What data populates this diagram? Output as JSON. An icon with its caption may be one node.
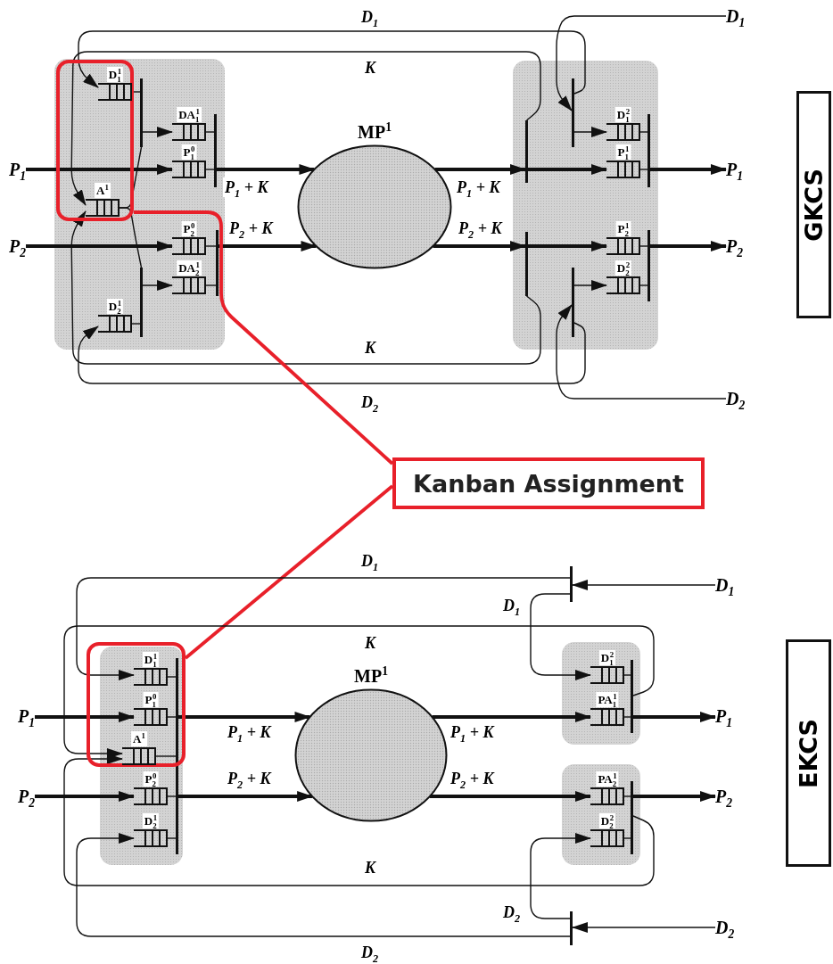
{
  "diagram": {
    "nodes": [
      {
        "text": [],
        "shape": "box"
      },
      {
        "text": [],
        "shape": "box",
        "in": 0
      },
      {
        "text": [
          "D$_{1}$$^{1}$"
        ],
        "in": 1
      },
      {
        "text": [
          "DA$_{1}$$^{1}$"
        ],
        "in": 0
      },
      {
        "text": [
          "P$_{1}$$^{0}$"
        ],
        "in": 0
      },
      {
        "text": [
          "A$^{1}$"
        ],
        "in": 1
      },
      {
        "text": [
          "P$_{2}$$^{0}$"
        ],
        "in": 0
      },
      {
        "text": [
          "DA$_{2}$$^{1}$"
        ],
        "in": 0
      },
      {
        "text": [
          "D$_{2}$$^{1}$"
        ],
        "in": 0
      },
      {
        "text": [],
        "shape": "bar",
        "in": 0
      },
      {
        "text": [],
        "shape": "bar",
        "in": 0
      },
      {
        "text": [],
        "shape": "bar",
        "in": 0
      },
      {
        "text": [],
        "shape": "bar",
        "in": 0
      },
      {
        "text": [
          "P$_{1}$"
        ]
      },
      {
        "text": [
          "P$_{2}$"
        ]
      },
      {
        "text": [
          "MP$^{1}$"
        ]
      },
      {
        "text": [],
        "shape": "box"
      },
      {
        "text": [],
        "shape": "bar",
        "in": 16
      },
      {
        "text": [],
        "shape": "bar",
        "in": 16
      },
      {
        "text": [],
        "shape": "bar",
        "in": 16
      },
      {
        "text": [],
        "shape": "bar",
        "in": 16
      },
      {
        "text": [
          "D$_{1}$$^{2}$"
        ],
        "in": 16
      },
      {
        "text": [
          "P$_{1}$$^{1}$"
        ],
        "in": 16
      },
      {
        "text": [
          "P$_{2}$$^{1}$"
        ],
        "in": 16
      },
      {
        "text": [
          "D$_{2}$$^{2}$"
        ],
        "in": 16
      },
      {
        "text": [],
        "shape": "bar",
        "in": 16
      },
      {
        "text": [],
        "shape": "bar",
        "in": 16
      },
      {
        "text": [
          "D$_{1}$"
        ]
      },
      {
        "text": [
          "P$_{1}$"
        ]
      },
      {
        "text": [
          "P$_{2}$"
        ]
      },
      {
        "text": [
          "D$_{2}$"
        ]
      },
      {
        "text": [
          "GKCS"
        ]
      },
      {
        "text": [
          "Kanban Assignment"
        ]
      },
      {
        "text": [],
        "shape": "box"
      },
      {
        "text": [],
        "shape": "box"
      },
      {
        "text": [
          "D$_{1}$$^{1}$"
        ],
        "in": 34
      },
      {
        "text": [
          "P$_{1}$$^{0}$"
        ],
        "in": 34
      },
      {
        "text": [
          "A$^{1}$"
        ],
        "in": 34
      },
      {
        "text": [
          "P$_{2}$$^{0}$"
        ],
        "in": 33
      },
      {
        "text": [
          "D$_{2}$$^{1}$"
        ],
        "in": 33
      },
      {
        "text": [],
        "shape": "bar",
        "in": 33
      },
      {
        "text": [
          "P$_{1}$"
        ]
      },
      {
        "text": [
          "P$_{2}$"
        ]
      },
      {
        "text": [
          "MP$^{1}$"
        ]
      },
      {
        "text": [],
        "shape": "bar"
      },
      {
        "text": [
          "D$_{1}$"
        ]
      },
      {
        "text": [],
        "shape": "box"
      },
      {
        "text": [
          "D$_{1}$$^{2}$"
        ],
        "in": 46
      },
      {
        "text": [
          "PA$_{1}$$^{1}$"
        ],
        "in": 46
      },
      {
        "text": [],
        "shape": "bar",
        "in": 46
      },
      {
        "text": [
          "P$_{1}$"
        ]
      },
      {
        "text": [],
        "shape": "box"
      },
      {
        "text": [
          "PA$_{2}$$^{1}$"
        ],
        "in": 51
      },
      {
        "text": [
          "D$_{2}$$^{2}$"
        ],
        "in": 51
      },
      {
        "text": [],
        "shape": "bar",
        "in": 51
      },
      {
        "text": [
          "P$_{2}$"
        ]
      },
      {
        "text": [],
        "shape": "bar"
      },
      {
        "text": [
          "D$_{2}$"
        ]
      },
      {
        "text": [
          "EKCS"
        ]
      }
    ],
    "edges": [
      {
        "from": 13,
        "to": 4,
        "arrow": "to",
        "style": "thick"
      },
      {
        "from": 14,
        "to": 6,
        "arrow": "to",
        "style": "thick"
      },
      {
        "from": 2,
        "to": 9,
        "arrow": "none"
      },
      {
        "from": 5,
        "to": 9,
        "arrow": "none"
      },
      {
        "from": 5,
        "to": 10,
        "arrow": "none"
      },
      {
        "from": 8,
        "to": 10,
        "arrow": "none"
      },
      {
        "from": 9,
        "to": 3,
        "arrow": "to"
      },
      {
        "from": 10,
        "to": 7,
        "arrow": "to"
      },
      {
        "from": 3,
        "to": 11,
        "arrow": "none"
      },
      {
        "from": 4,
        "to": 11,
        "arrow": "none"
      },
      {
        "from": 6,
        "to": 12,
        "arrow": "none"
      },
      {
        "from": 7,
        "to": 12,
        "arrow": "none"
      },
      {
        "from": 11,
        "to": 15,
        "arrow": "to",
        "label": "P$_{1}$ + K",
        "style": "thick"
      },
      {
        "from": 12,
        "to": 15,
        "arrow": "to",
        "label": "P$_{2}$ + K",
        "style": "thick"
      },
      {
        "from": 15,
        "to": 17,
        "arrow": "to",
        "label": "P$_{1}$ + K",
        "style": "thick"
      },
      {
        "from": 15,
        "to": 18,
        "arrow": "to",
        "label": "P$_{2}$ + K",
        "style": "thick"
      },
      {
        "from": 17,
        "to": 22,
        "arrow": "to",
        "style": "thick"
      },
      {
        "from": 18,
        "to": 23,
        "arrow": "to",
        "style": "thick"
      },
      {
        "from": 19,
        "to": 21,
        "arrow": "to"
      },
      {
        "from": 20,
        "to": 24,
        "arrow": "to"
      },
      {
        "from": 21,
        "to": 25,
        "arrow": "none"
      },
      {
        "from": 22,
        "to": 25,
        "arrow": "none"
      },
      {
        "from": 23,
        "to": 26,
        "arrow": "none"
      },
      {
        "from": 24,
        "to": 26,
        "arrow": "none"
      },
      {
        "from": 25,
        "to": 28,
        "arrow": "to",
        "style": "thick"
      },
      {
        "from": 26,
        "to": 29,
        "arrow": "to",
        "style": "thick"
      },
      {
        "from": 27,
        "to": 19,
        "arrow": "to"
      },
      {
        "from": 30,
        "to": 20,
        "arrow": "to"
      },
      {
        "from": 19,
        "to": 2,
        "arrow": "to",
        "label": "D$_{1}$"
      },
      {
        "from": 17,
        "to": 5,
        "arrow": "to",
        "label": "K"
      },
      {
        "from": 18,
        "to": 5,
        "arrow": "to",
        "label": "K"
      },
      {
        "from": 20,
        "to": 8,
        "arrow": "to",
        "label": "D$_{2}$"
      },
      {
        "from": 32,
        "to": 1,
        "arrow": "none",
        "color": "#e8202a",
        "style": "thick"
      },
      {
        "from": 32,
        "to": 34,
        "arrow": "none",
        "color": "#e8202a",
        "style": "thick"
      },
      {
        "from": 41,
        "to": 36,
        "arrow": "to",
        "style": "thick"
      },
      {
        "from": 42,
        "to": 38,
        "arrow": "to",
        "style": "thick"
      },
      {
        "from": 35,
        "to": 40,
        "arrow": "none"
      },
      {
        "from": 36,
        "to": 40,
        "arrow": "none"
      },
      {
        "from": 37,
        "to": 40,
        "arrow": "none"
      },
      {
        "from": 38,
        "to": 40,
        "arrow": "none"
      },
      {
        "from": 39,
        "to": 40,
        "arrow": "none"
      },
      {
        "from": 40,
        "to": 43,
        "arrow": "to",
        "label": "P$_{1}$ + K",
        "style": "thick"
      },
      {
        "from": 40,
        "to": 43,
        "arrow": "to",
        "label": "P$_{2}$ + K",
        "style": "thick"
      },
      {
        "from": 43,
        "to": 48,
        "arrow": "to",
        "label": "P$_{1}$ + K",
        "style": "thick"
      },
      {
        "from": 43,
        "to": 52,
        "arrow": "to",
        "label": "P$_{2}$ + K",
        "style": "thick"
      },
      {
        "from": 47,
        "to": 49,
        "arrow": "none"
      },
      {
        "from": 48,
        "to": 49,
        "arrow": "none"
      },
      {
        "from": 49,
        "to": 50,
        "arrow": "to",
        "style": "thick"
      },
      {
        "from": 52,
        "to": 54,
        "arrow": "none"
      },
      {
        "from": 53,
        "to": 54,
        "arrow": "none"
      },
      {
        "from": 54,
        "to": 55,
        "arrow": "to",
        "style": "thick"
      },
      {
        "from": 45,
        "to": 44,
        "arrow": "to"
      },
      {
        "from": 44,
        "to": 35,
        "arrow": "to",
        "label": "D$_{1}$"
      },
      {
        "from": 44,
        "to": 47,
        "arrow": "to",
        "label": "D$_{1}$"
      },
      {
        "from": 49,
        "to": 37,
        "arrow": "to",
        "label": "K"
      },
      {
        "from": 54,
        "to": 37,
        "arrow": "to",
        "label": "K"
      },
      {
        "from": 57,
        "to": 56,
        "arrow": "to"
      },
      {
        "from": 56,
        "to": 39,
        "arrow": "to",
        "label": "D$_{2}$"
      },
      {
        "from": 56,
        "to": 53,
        "arrow": "to",
        "label": "D$_{2}$"
      }
    ]
  }
}
